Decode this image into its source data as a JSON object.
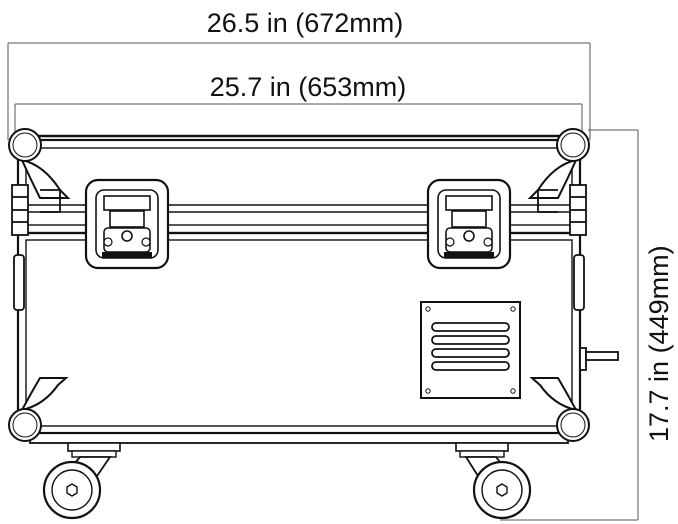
{
  "dimensions": {
    "outer_width": "26.5 in (672mm)",
    "inner_width": "25.7 in (653mm)",
    "height": "17.7 in (449mm)"
  },
  "colors": {
    "line": "#111111",
    "background": "#ffffff"
  }
}
